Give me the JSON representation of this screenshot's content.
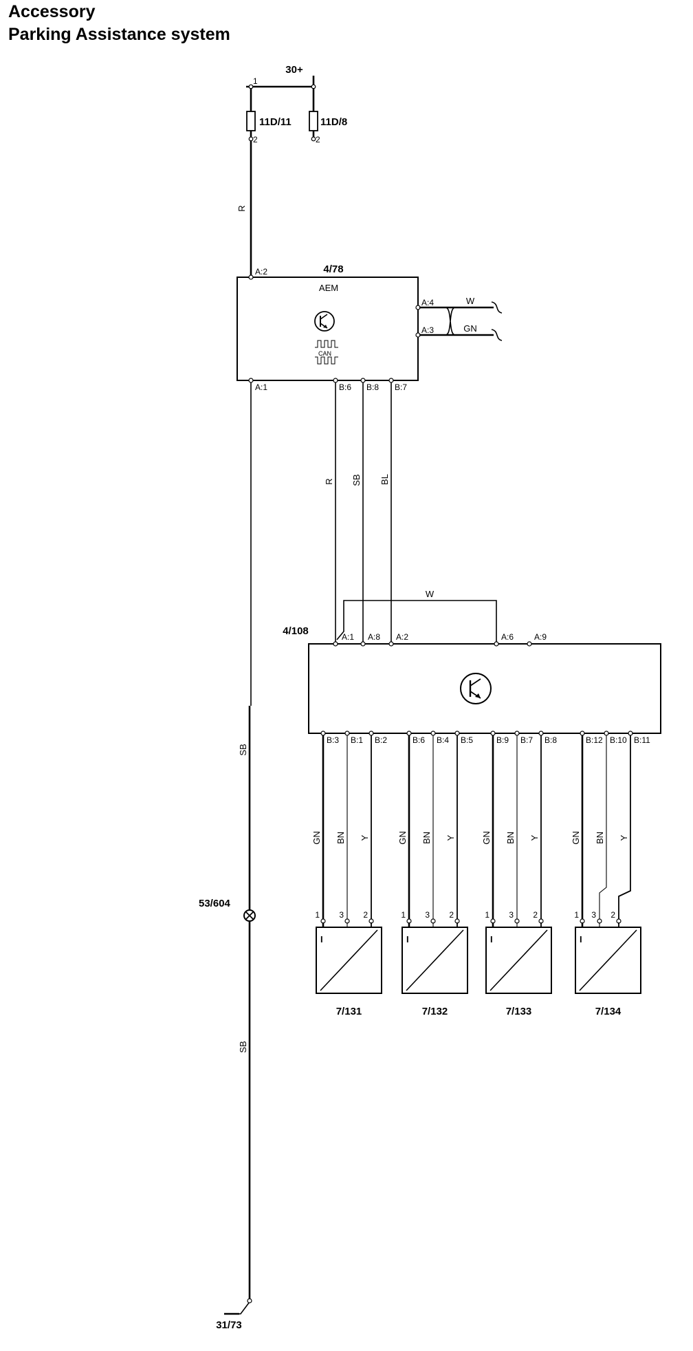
{
  "header": {
    "line1": "Accessory",
    "line2": "Parking Assistance system"
  },
  "power": {
    "supply": "30+",
    "fuse_a": "11D/11",
    "fuse_b": "11D/8",
    "fuse_pin_top": "1",
    "fuse_a_pin_bottom": "2",
    "fuse_b_pin_bottom": "2",
    "feed_wire": "R"
  },
  "aem": {
    "id": "4/78",
    "name": "AEM",
    "can_label": "CAN",
    "pin_supply": "A:2",
    "pin_ground": "A:1",
    "pin_can_h": "A:4",
    "pin_can_l": "A:3",
    "can_h_color": "W",
    "can_l_color": "GN",
    "pin_b6": "B:6",
    "pin_b8": "B:8",
    "pin_b7": "B:7",
    "wire_b6": "R",
    "wire_b8": "SB",
    "wire_b7": "BL"
  },
  "module": {
    "id": "4/108",
    "pins_top": [
      "A:1",
      "A:8",
      "A:2",
      "A:6",
      "A:9"
    ],
    "bridge_wire": "W"
  },
  "sensors": [
    {
      "id": "7/131",
      "pins": [
        "B:3",
        "B:1",
        "B:2"
      ],
      "colors": [
        "GN",
        "BN",
        "Y"
      ],
      "terminals": [
        "1",
        "3",
        "2"
      ],
      "mark": "I"
    },
    {
      "id": "7/132",
      "pins": [
        "B:6",
        "B:4",
        "B:5"
      ],
      "colors": [
        "GN",
        "BN",
        "Y"
      ],
      "terminals": [
        "1",
        "3",
        "2"
      ],
      "mark": "I"
    },
    {
      "id": "7/133",
      "pins": [
        "B:9",
        "B:7",
        "B:8"
      ],
      "colors": [
        "GN",
        "BN",
        "Y"
      ],
      "terminals": [
        "1",
        "3",
        "2"
      ],
      "mark": "I"
    },
    {
      "id": "7/134",
      "pins": [
        "B:12",
        "B:10",
        "B:11"
      ],
      "colors": [
        "GN",
        "BN",
        "Y"
      ],
      "terminals": [
        "1",
        "3",
        "2"
      ],
      "mark": "I"
    }
  ],
  "ground": {
    "wire_upper": "SB",
    "splice": "53/604",
    "wire_lower": "SB",
    "point": "31/73"
  }
}
